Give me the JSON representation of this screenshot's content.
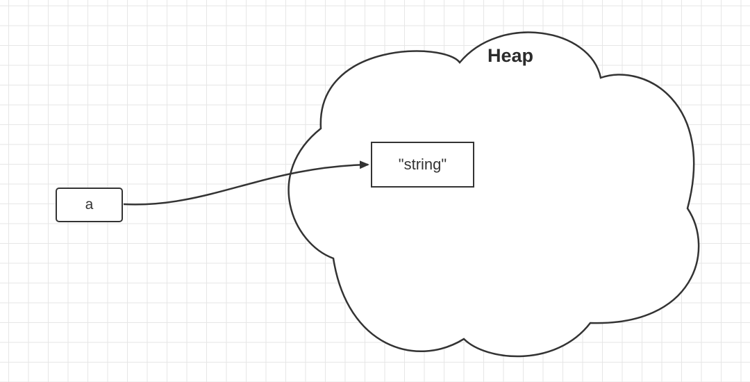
{
  "diagram": {
    "heap_label": "Heap",
    "variable_label": "a",
    "value_label": "\"string\""
  },
  "colors": {
    "stroke": "#333333",
    "grid": "#e6e6e6",
    "background": "#ffffff"
  }
}
